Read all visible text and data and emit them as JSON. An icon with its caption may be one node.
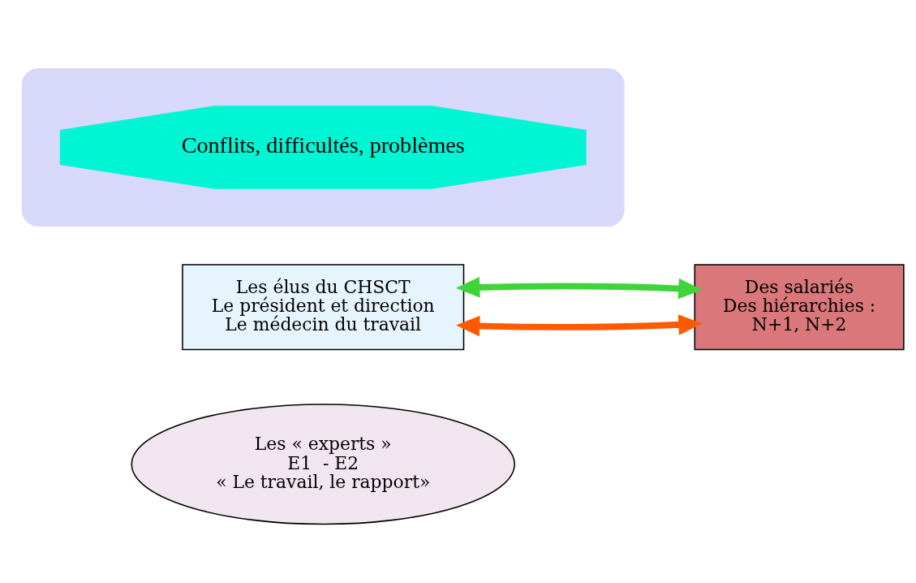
{
  "diagram": {
    "nodes": [
      {
        "text": [
          "Les élus du CHSCT",
          "Le président et direction",
          "Le médecin du travail"
        ]
      },
      {
        "text": [],
        "shape": "box"
      },
      {
        "text": [
          "Conflits, difficultés, problèmes"
        ],
        "in": 1
      },
      {
        "text": [
          "Des salariés",
          "Des hiérarchies :",
          "N+1, N+2"
        ]
      },
      {
        "text": [
          "Les « experts »",
          "E1  - E2",
          "« Le travail, le rapport»"
        ]
      }
    ],
    "edges": [
      {
        "from": 0,
        "to": 3,
        "arrow": "both",
        "color": "#ff5a00"
      },
      {
        "from": 0,
        "to": 3,
        "arrow": "both",
        "color": "#3fd43a"
      }
    ]
  }
}
